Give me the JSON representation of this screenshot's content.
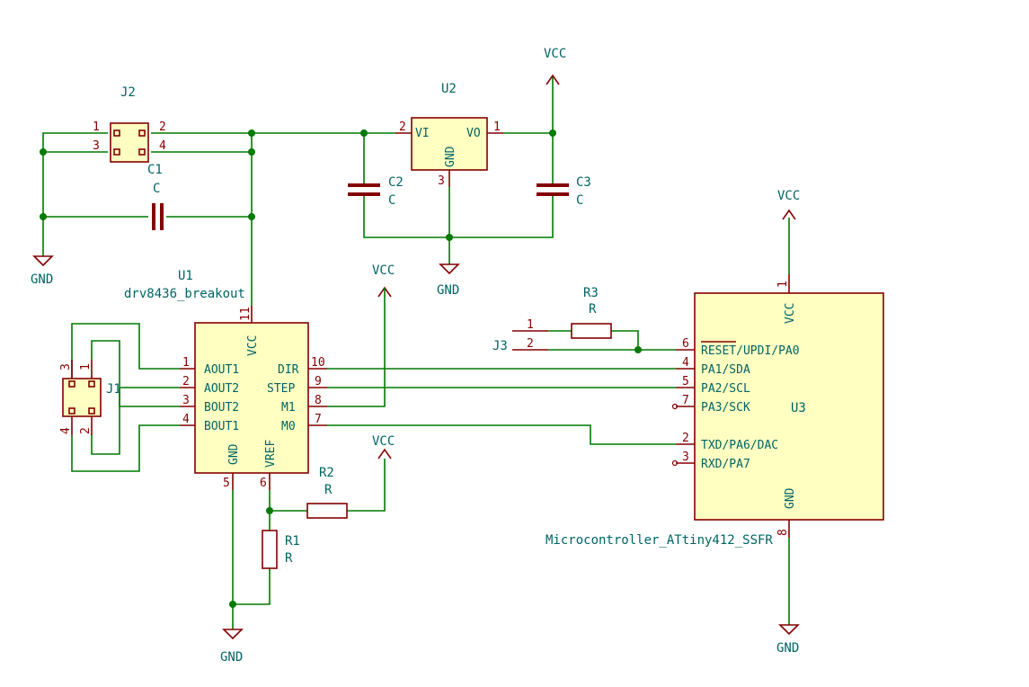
{
  "components": {
    "j2": {
      "ref": "J2",
      "pins": [
        "1",
        "2",
        "3",
        "4"
      ]
    },
    "u2": {
      "ref": "U2",
      "pin_names": [
        "VI",
        "VO",
        "GND"
      ],
      "pins": [
        "2",
        "1",
        "3"
      ]
    },
    "c1": {
      "ref": "C1",
      "value": "C"
    },
    "c2": {
      "ref": "C2",
      "value": "C"
    },
    "c3": {
      "ref": "C3",
      "value": "C"
    },
    "u1": {
      "ref": "U1",
      "value": "drv8436_breakout",
      "pin_names": [
        "AOUT1",
        "AOUT2",
        "BOUT2",
        "BOUT1",
        "VCC",
        "DIR",
        "STEP",
        "M1",
        "M0",
        "GND",
        "VREF"
      ],
      "pins": [
        "1",
        "2",
        "3",
        "4",
        "11",
        "10",
        "9",
        "8",
        "7",
        "5",
        "6"
      ]
    },
    "j1": {
      "ref": "J1",
      "pins": [
        "3",
        "1",
        "4",
        "2"
      ]
    },
    "r1": {
      "ref": "R1",
      "value": "R"
    },
    "r2": {
      "ref": "R2",
      "value": "R"
    },
    "r3": {
      "ref": "R3",
      "value": "R"
    },
    "j3": {
      "ref": "J3",
      "pins": [
        "1",
        "2"
      ]
    },
    "u3": {
      "ref": "U3",
      "value": "Microcontroller_ATtiny412_SSFR",
      "pin_names": [
        "VCC",
        "RESET/UPDI/PA0",
        "PA1/SDA",
        "PA2/SCL",
        "PA3/SCK",
        "TXD/PA6/DAC",
        "RXD/PA7",
        "GND"
      ],
      "pins": [
        "1",
        "6",
        "4",
        "5",
        "7",
        "2",
        "3",
        "8"
      ]
    }
  },
  "power": {
    "vcc": "VCC",
    "gnd": "GND"
  }
}
